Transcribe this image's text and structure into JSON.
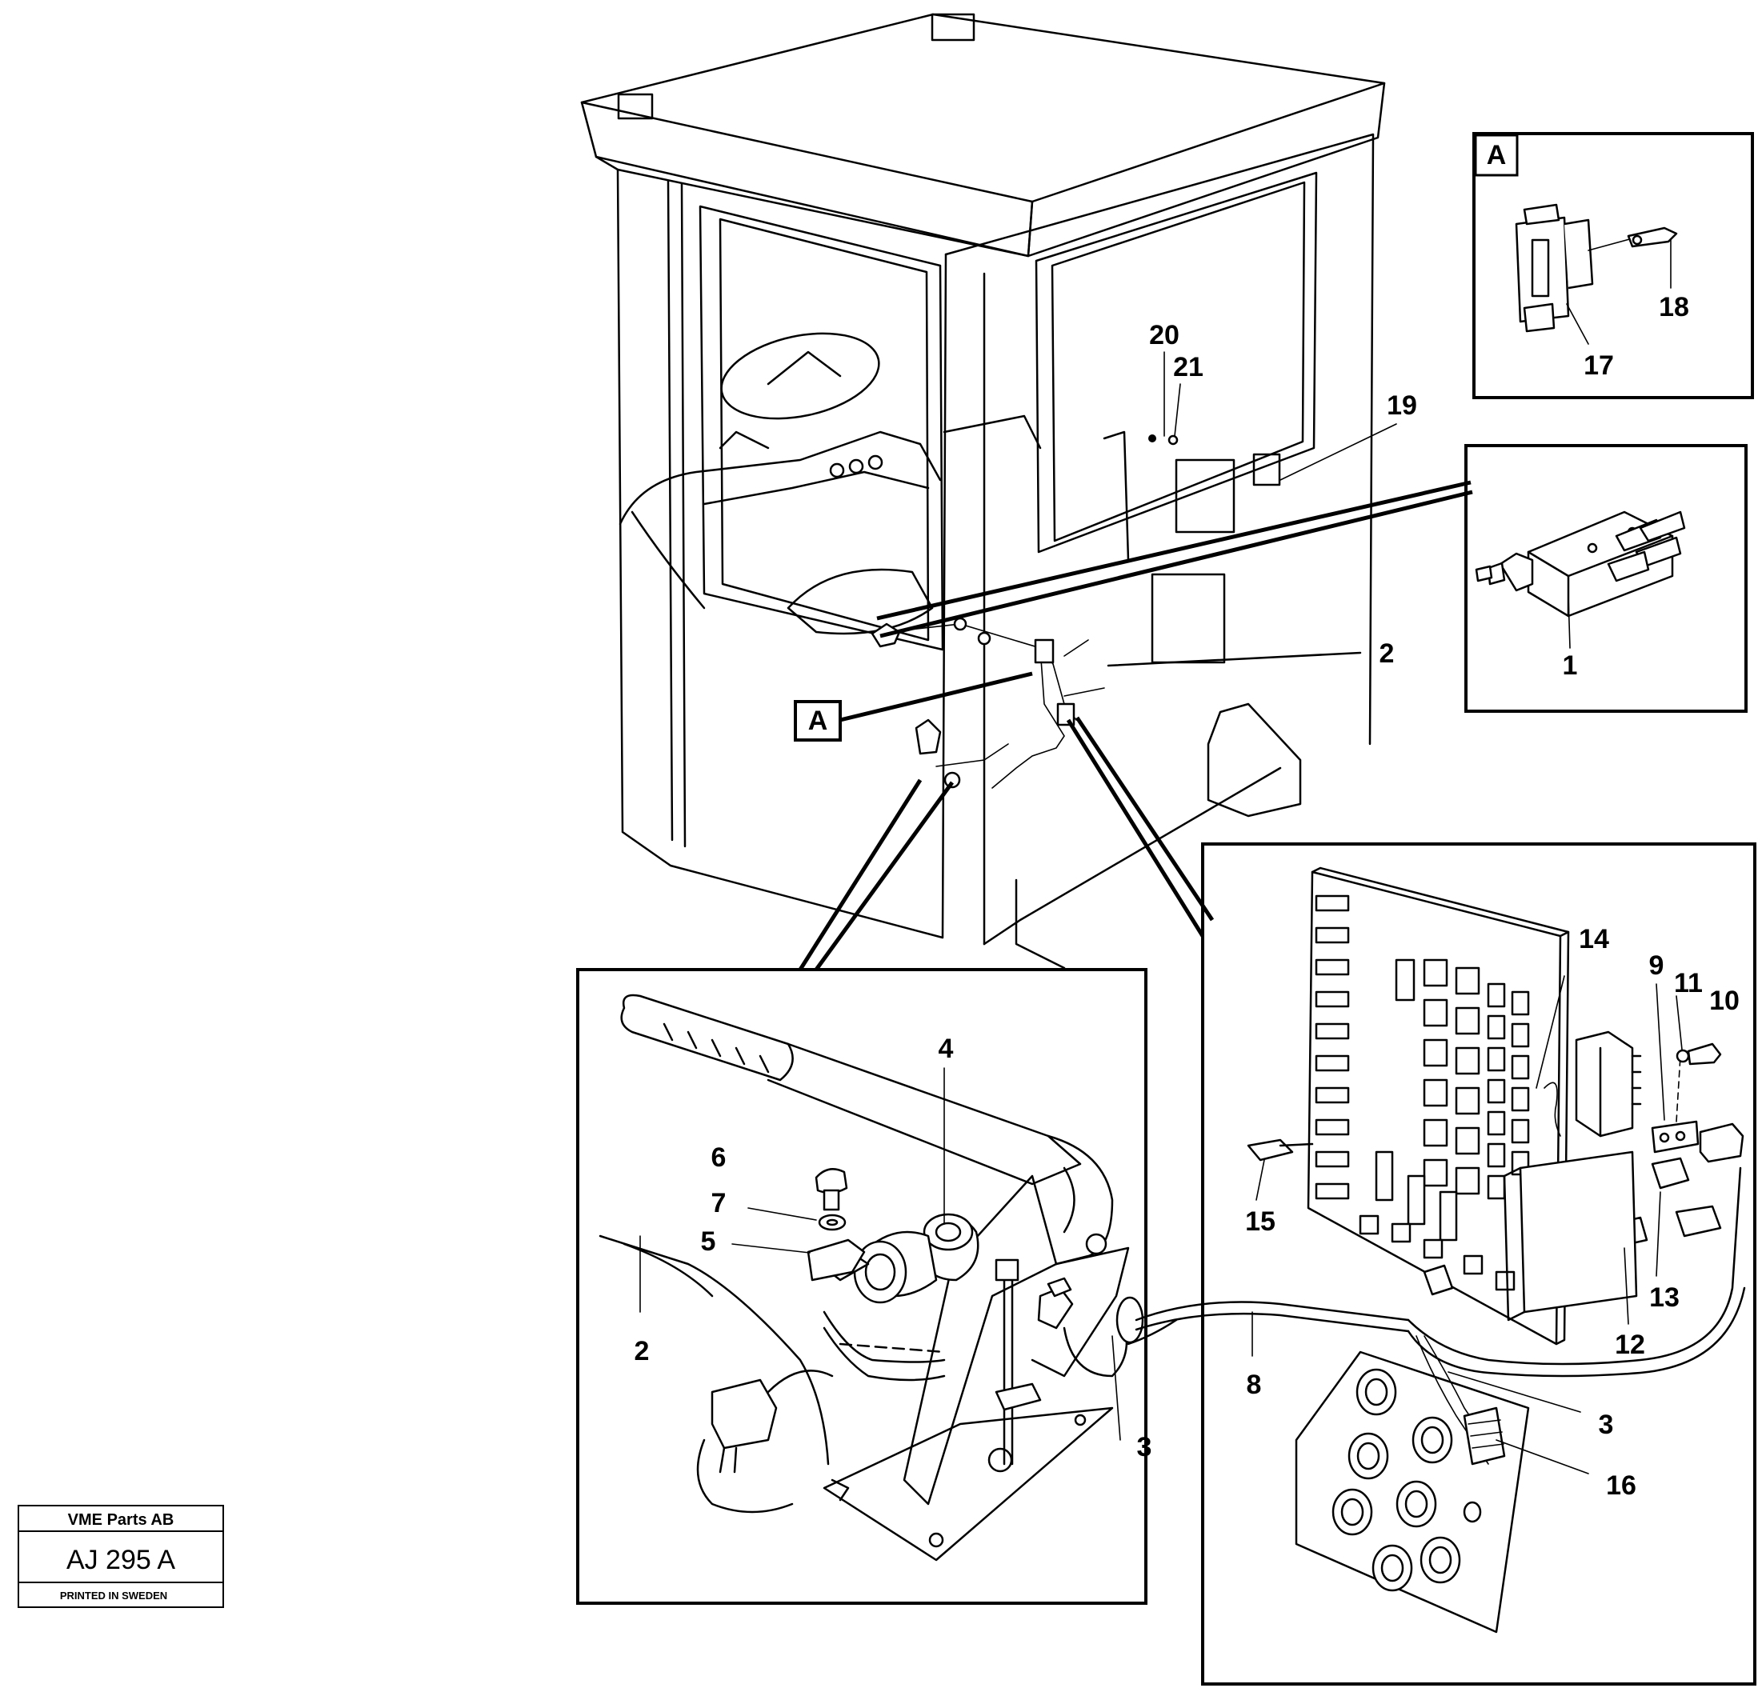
{
  "title_block": {
    "company": "VME Parts AB",
    "code": "AJ 295 A",
    "printed": "PRINTED IN SWEDEN"
  },
  "callouts": {
    "detail_a_tag_main": "A",
    "detail_a_tag_box": "A",
    "n1": "1",
    "n2_cab": "2",
    "n2_lever": "2",
    "n3_lever": "3",
    "n3_panel": "3",
    "n4": "4",
    "n5": "5",
    "n6": "6",
    "n7": "7",
    "n8": "8",
    "n9": "9",
    "n10": "10",
    "n11": "11",
    "n12": "12",
    "n13": "13",
    "n14": "14",
    "n15": "15",
    "n16": "16",
    "n17": "17",
    "n18": "18",
    "n19": "19",
    "n20": "20",
    "n21": "21"
  }
}
